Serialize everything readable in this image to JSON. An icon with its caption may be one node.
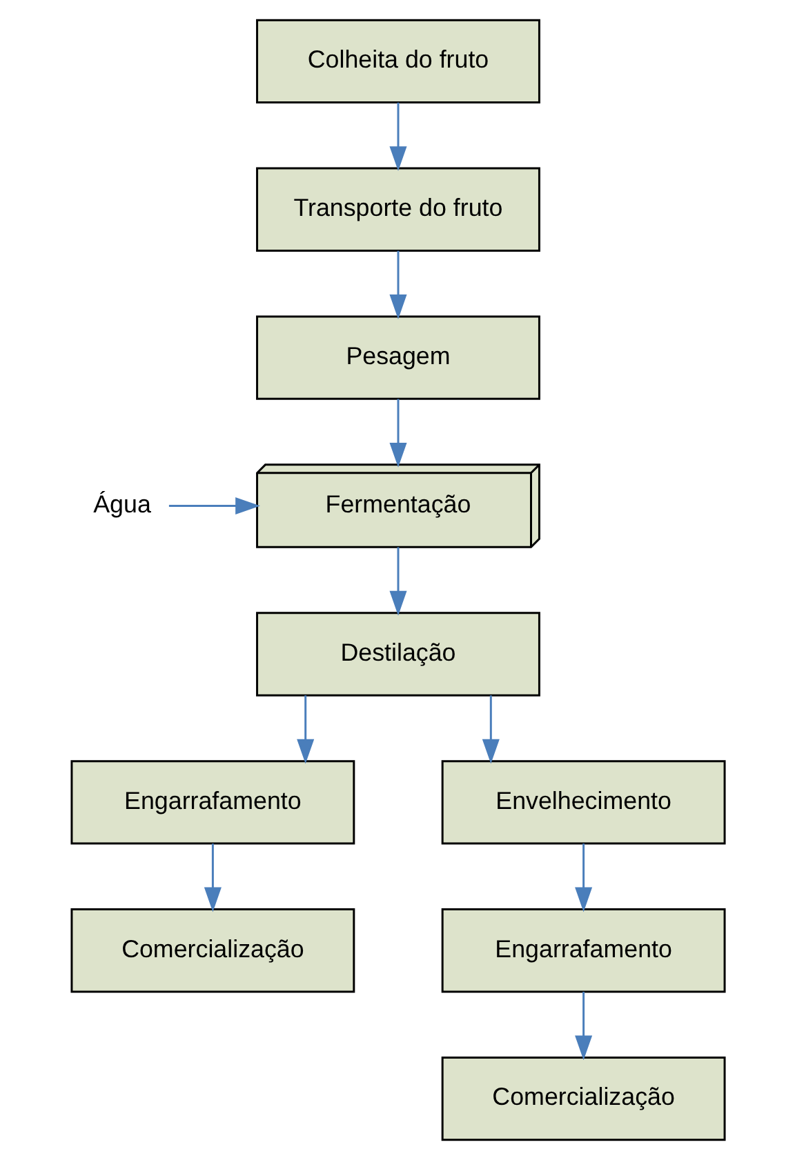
{
  "diagram": {
    "nodes": [
      {
        "text": [
          "Colheita do fruto"
        ]
      },
      {
        "text": [
          "Transporte do fruto"
        ]
      },
      {
        "text": [
          "Pesagem"
        ]
      },
      {
        "text": [
          "Fermentação"
        ]
      },
      {
        "text": [
          "Destilação"
        ]
      },
      {
        "text": [
          "Engarrafamento"
        ]
      },
      {
        "text": [
          "Comercialização"
        ]
      },
      {
        "text": [
          "Envelhecimento"
        ]
      },
      {
        "text": [
          "Engarrafamento"
        ]
      },
      {
        "text": [
          "Comercialização"
        ]
      },
      {
        "text": [
          "Água"
        ]
      }
    ],
    "edges": [
      {
        "from": 0,
        "to": 1,
        "arrow": "to"
      },
      {
        "from": 1,
        "to": 2,
        "arrow": "to"
      },
      {
        "from": 2,
        "to": 3,
        "arrow": "to"
      },
      {
        "from": 10,
        "to": 3,
        "arrow": "to"
      },
      {
        "from": 3,
        "to": 4,
        "arrow": "to"
      },
      {
        "from": 4,
        "to": 5,
        "arrow": "to"
      },
      {
        "from": 4,
        "to": 7,
        "arrow": "to"
      },
      {
        "from": 5,
        "to": 6,
        "arrow": "to"
      },
      {
        "from": 7,
        "to": 8,
        "arrow": "to"
      },
      {
        "from": 8,
        "to": 9,
        "arrow": "to"
      }
    ]
  }
}
